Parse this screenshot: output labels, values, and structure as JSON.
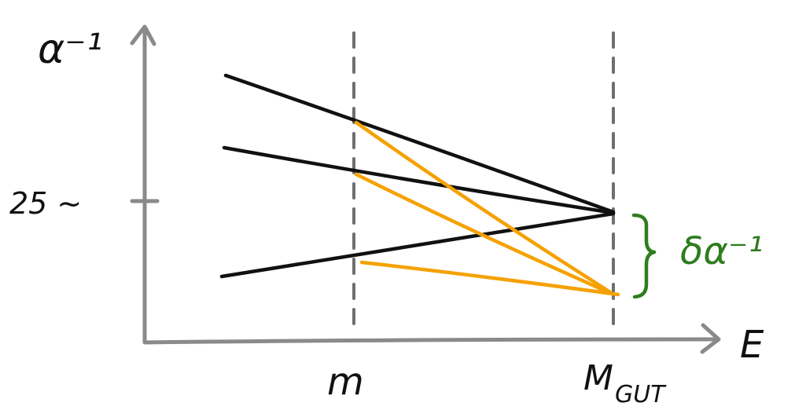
{
  "labels": {
    "y_axis": "α⁻¹",
    "x_axis": "E",
    "tick_value": "25 ~",
    "scale_m": "m",
    "scale_mgut_main": "M",
    "scale_mgut_sub": "GUT",
    "delta_label": "δα⁻¹"
  },
  "colors": {
    "axis": "#8a8a8a",
    "dashed": "#6f6f6f",
    "running_lines": "#111111",
    "modified_lines": "#f5a100",
    "brace": "#2e7d1e"
  }
}
